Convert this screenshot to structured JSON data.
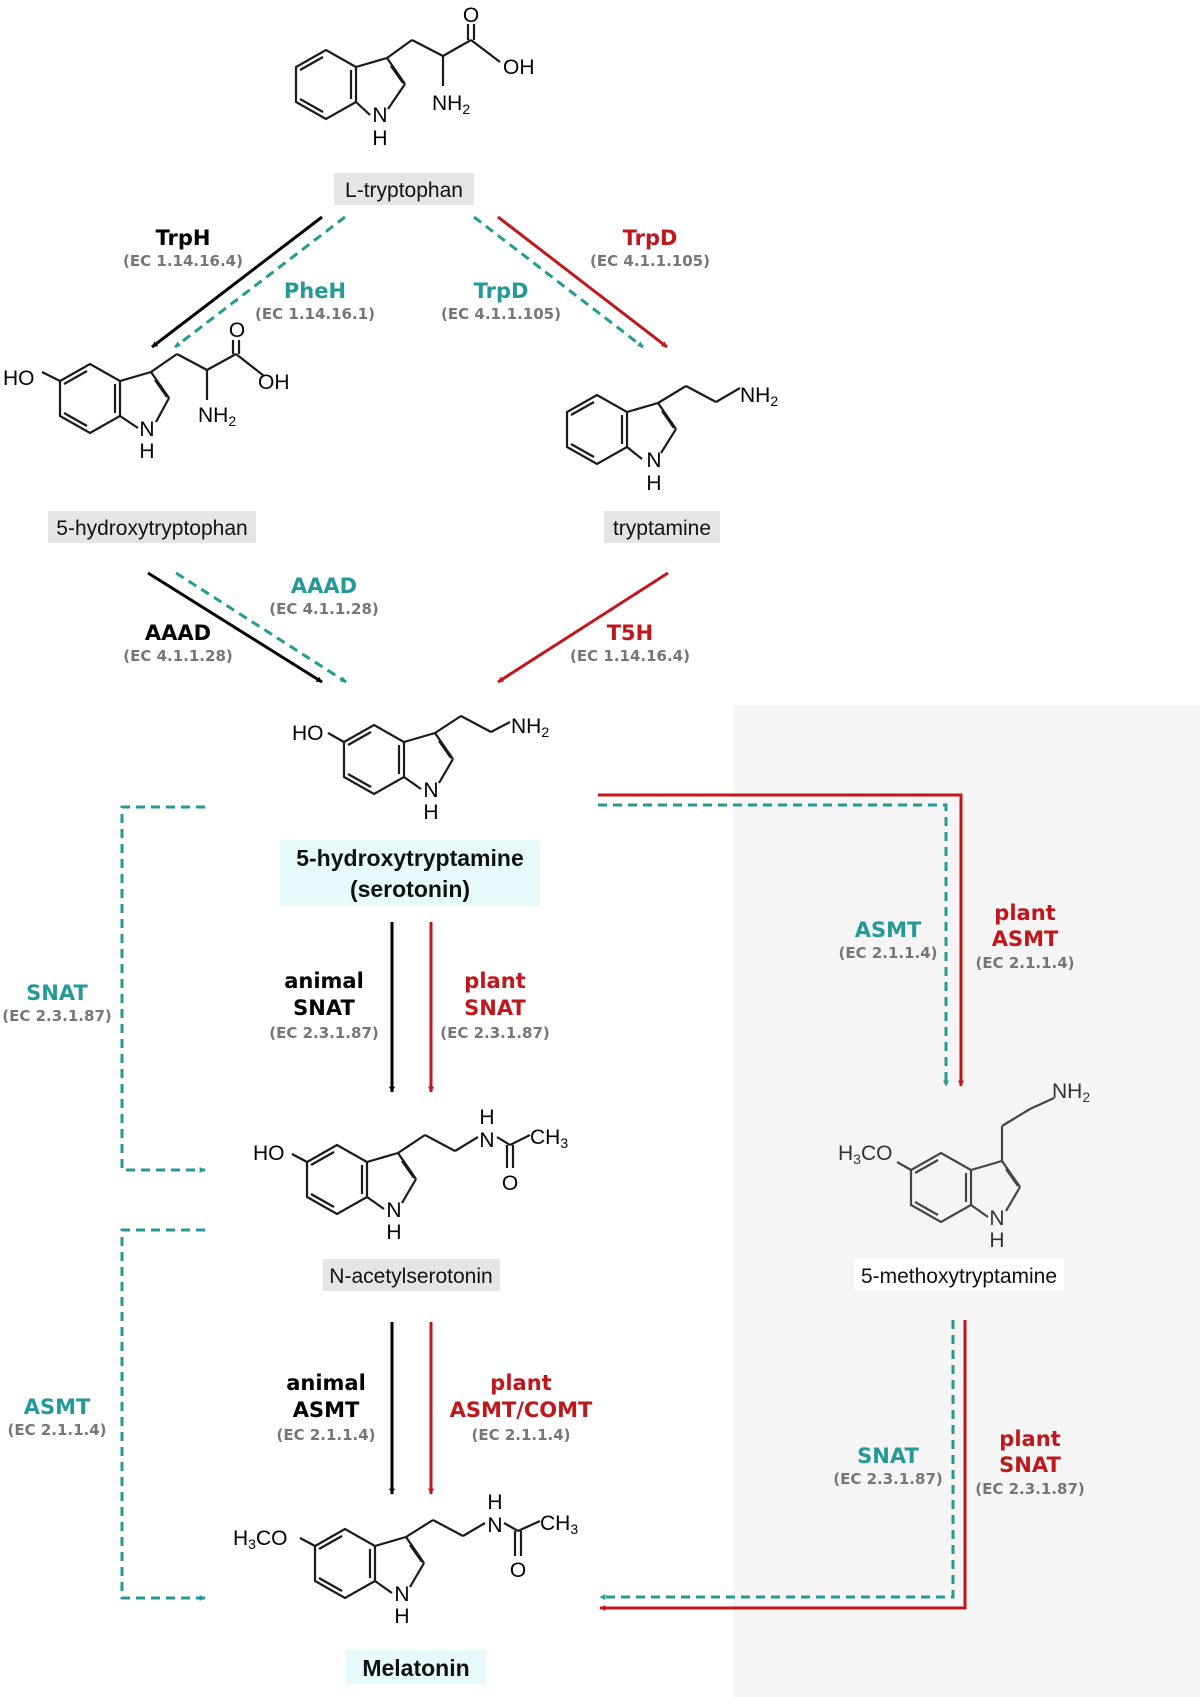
{
  "colors": {
    "animal": "#000000",
    "plant": "#c0171c",
    "alternative": "#249a98",
    "ec_text": "#767676",
    "label_bg": "#e5e5e5",
    "serotonin_bg": "#e6fafc",
    "side_panel": "#f5f5f5"
  },
  "compounds": {
    "tryptophan": {
      "label": "L-tryptophan",
      "atoms": {
        "o": "O",
        "oh": "OH",
        "nh2": "NH",
        "nh2_sub": "2",
        "nh": "N",
        "h": "H"
      }
    },
    "hydroxytryptophan": {
      "label": "5-hydroxytryptophan",
      "atoms": {
        "ho": "HO",
        "o": "O",
        "oh": "OH",
        "nh2": "NH",
        "nh2_sub": "2",
        "nh": "N",
        "h": "H"
      }
    },
    "tryptamine": {
      "label": "tryptamine",
      "atoms": {
        "nh2": "NH",
        "nh2_sub": "2",
        "nh": "N",
        "h": "H"
      }
    },
    "serotonin": {
      "label_line1": "5-hydroxytryptamine",
      "label_line2": "(serotonin)",
      "atoms": {
        "ho": "HO",
        "nh2": "NH",
        "nh2_sub": "2",
        "nh": "N",
        "h": "H"
      }
    },
    "acetylserotonin": {
      "label": "N-acetylserotonin",
      "atoms": {
        "ho": "HO",
        "amide_h": "H",
        "amide_n": "N",
        "ch3": "CH",
        "ch3_sub": "3",
        "o": "O",
        "nh": "N",
        "h": "H"
      }
    },
    "methoxytryptamine": {
      "label": "5-methoxytryptamine",
      "atoms": {
        "h3co_h": "H",
        "h3co_sub": "3",
        "h3co_rest": "CO",
        "nh2": "NH",
        "nh2_sub": "2",
        "nh": "N",
        "h": "H"
      }
    },
    "melatonin": {
      "label": "Melatonin",
      "atoms": {
        "h3co_h": "H",
        "h3co_sub": "3",
        "h3co_rest": "CO",
        "amide_h": "H",
        "amide_n": "N",
        "ch3": "CH",
        "ch3_sub": "3",
        "o": "O",
        "nh": "N",
        "h": "H"
      }
    }
  },
  "enzymes": {
    "trph": {
      "name": "TrpH",
      "ec": "(EC 1.14.16.4)"
    },
    "pheh": {
      "name": "PheH",
      "ec": "(EC 1.14.16.1)"
    },
    "trpd_alt": {
      "name": "TrpD",
      "ec": "(EC 4.1.1.105)"
    },
    "trpd_plant": {
      "name": "TrpD",
      "ec": "(EC 4.1.1.105)"
    },
    "aaad_alt": {
      "name": "AAAD",
      "ec": "(EC 4.1.1.28)"
    },
    "aaad_animal": {
      "name": "AAAD",
      "ec": "(EC 4.1.1.28)"
    },
    "t5h": {
      "name": "T5H",
      "ec": "(EC 1.14.16.4)"
    },
    "snat_animal": {
      "line1": "animal",
      "name": "SNAT",
      "ec": "(EC 2.3.1.87)"
    },
    "snat_plant": {
      "line1": "plant",
      "name": "SNAT",
      "ec": "(EC 2.3.1.87)"
    },
    "snat_side": {
      "name": "SNAT",
      "ec": "(EC 2.3.1.87)"
    },
    "asmt_alt_right": {
      "name": "ASMT",
      "ec": "(EC 2.1.1.4)"
    },
    "asmt_plant_right": {
      "line1": "plant",
      "name": "ASMT",
      "ec": "(EC 2.1.1.4)"
    },
    "asmt_animal": {
      "line1": "animal",
      "name": "ASMT",
      "ec": "(EC 2.1.1.4)"
    },
    "asmt_comt_plant": {
      "line1": "plant",
      "name": "ASMT/COMT",
      "ec": "(EC 2.1.1.4)"
    },
    "asmt_side": {
      "name": "ASMT",
      "ec": "(EC 2.1.1.4)"
    },
    "snat_alt_right": {
      "name": "SNAT",
      "ec": "(EC 2.3.1.87)"
    },
    "snat_plant_right": {
      "line1": "plant",
      "name": "SNAT",
      "ec": "(EC 2.3.1.87)"
    }
  }
}
